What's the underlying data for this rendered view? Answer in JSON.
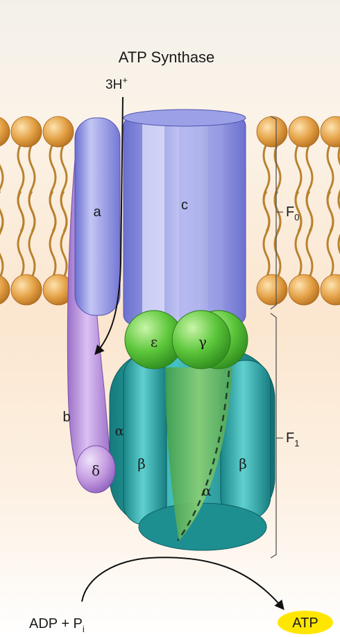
{
  "title": "ATP Synthase",
  "proton": {
    "base": "3H",
    "sup": "+"
  },
  "subunits": {
    "a": "a",
    "b": "b",
    "c": "c",
    "delta": "δ",
    "epsilon": "ε",
    "gamma": "γ",
    "alpha_left": "α",
    "alpha_center": "α",
    "beta_left": "β",
    "beta_right": "β"
  },
  "regions": {
    "f0": {
      "base": "F",
      "sub": "0"
    },
    "f1": {
      "base": "F",
      "sub": "1"
    }
  },
  "reactant": {
    "base": "ADP + P",
    "sub": "i"
  },
  "product": "ATP",
  "colors": {
    "membrane_head": "#e0a24a",
    "membrane_tail": "#b9822f",
    "subunit_a": "#8c90e0",
    "subunit_c": "#7f84d8",
    "subunit_b": "#b98bd8",
    "gamma_epsilon": "#5cc63a",
    "f1_body": "#1f9a9c",
    "atp_highlight": "#ffe600"
  }
}
